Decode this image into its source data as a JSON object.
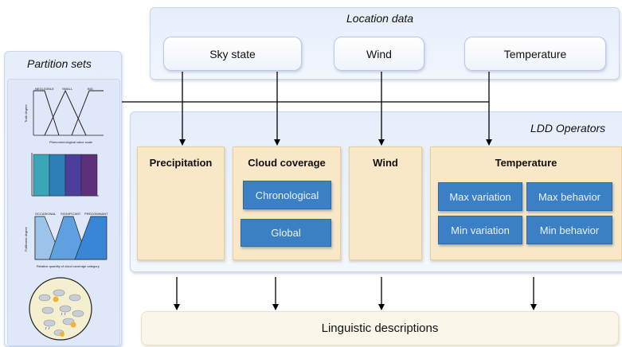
{
  "location_panel": {
    "title": "Location data",
    "inputs": [
      {
        "label": "Sky state"
      },
      {
        "label": "Wind"
      },
      {
        "label": "Temperature"
      }
    ]
  },
  "partition_panel": {
    "title": "Partition sets",
    "thumbnails": [
      {
        "kind": "fuzzy-triangles",
        "set_labels": [
          "NEGLIGIBLE",
          "SMALL",
          "BIG"
        ],
        "ylabel": "Truth degree",
        "xlabel": "Phenomenological value scale"
      },
      {
        "kind": "crisp-bars",
        "colors": [
          "#3aa6b8",
          "#2c7fb8",
          "#4b3e9c",
          "#5e2f7a"
        ]
      },
      {
        "kind": "fuzzy-trapezoids",
        "set_labels": [
          "OCCASIONAL",
          "SIGNIFICANT",
          "PREDOMINANT"
        ],
        "ylabel": "Fulfilment degree",
        "xlabel": "Relative quantity of cloud coverage category"
      },
      {
        "kind": "weather-icons",
        "icon_names": [
          "cloud-icon",
          "rain-cloud-icon",
          "sun-cloud-icon",
          "snow-cloud-icon"
        ]
      }
    ]
  },
  "ldd_panel": {
    "title": "LDD Operators",
    "operators": [
      {
        "label": "Precipitation",
        "buttons": []
      },
      {
        "label": "Cloud coverage",
        "buttons": [
          "Chronological",
          "Global"
        ]
      },
      {
        "label": "Wind",
        "buttons": []
      },
      {
        "label": "Temperature",
        "buttons": [
          "Max variation",
          "Max behavior",
          "Min variation",
          "Min behavior"
        ]
      }
    ]
  },
  "output": {
    "label": "Linguistic descriptions"
  },
  "colors": {
    "panel_bg": "#e6eefb",
    "ldd_box": "#f8e8c8",
    "button": "#3b7fc4",
    "output_bg": "#fbf6ea"
  }
}
